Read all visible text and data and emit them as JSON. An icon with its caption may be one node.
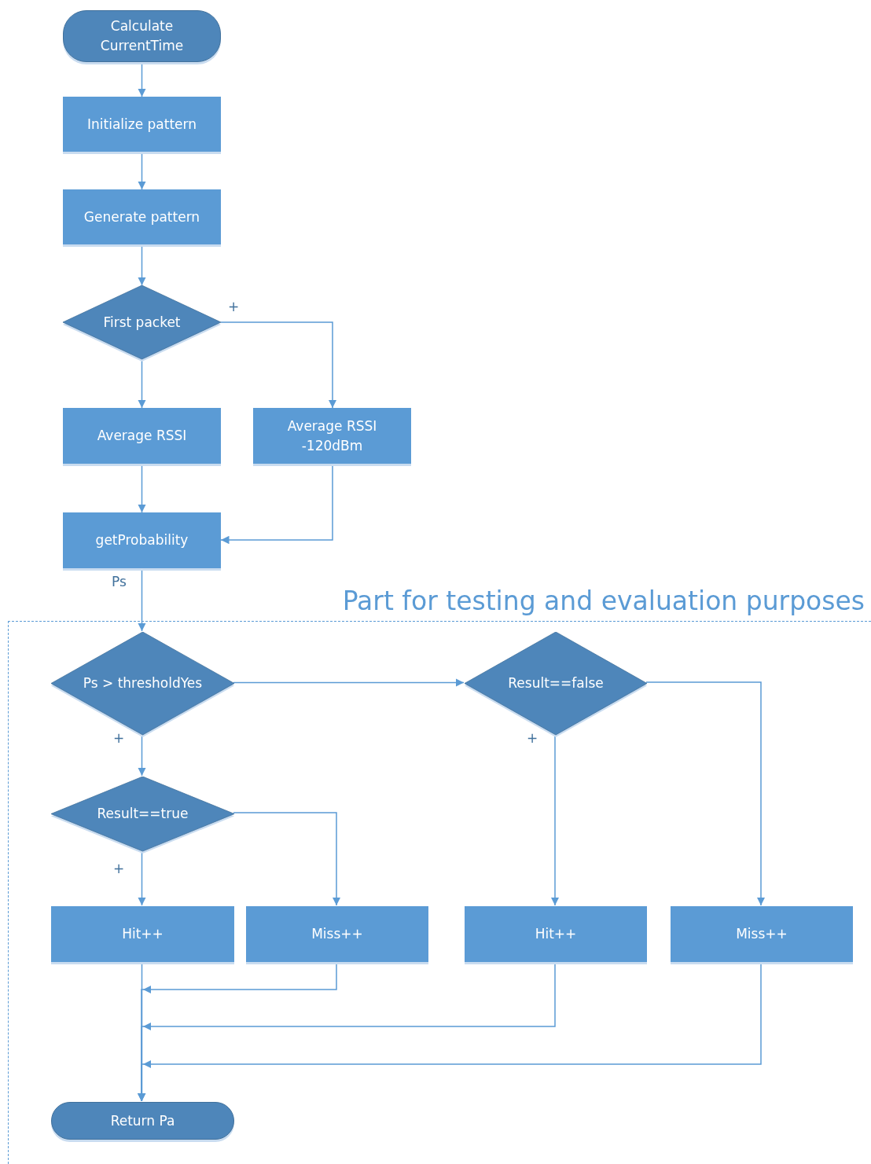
{
  "diagram": {
    "nodes": [
      {
        "text": [
          "Calculate CurrentTime"
        ]
      },
      {
        "text": [
          "Initialize pattern"
        ]
      },
      {
        "text": [
          "Generate pattern"
        ]
      },
      {
        "text": [
          "First packet"
        ]
      },
      {
        "text": [
          "Average RSSI"
        ]
      },
      {
        "text": [
          "Average RSSI -120dBm"
        ]
      },
      {
        "text": [
          "getProbability"
        ]
      },
      {
        "text": [
          "Part for testing and evaluation purposes"
        ]
      },
      {
        "text": [
          "Ps > thresholdYes"
        ],
        "in": 7
      },
      {
        "text": [
          "Result==false"
        ],
        "in": 7
      },
      {
        "text": [
          "Result==true"
        ],
        "in": 7
      },
      {
        "text": [
          "Hit++"
        ],
        "in": 7
      },
      {
        "text": [
          "Miss++"
        ],
        "in": 7
      },
      {
        "text": [
          "Hit++"
        ],
        "in": 7
      },
      {
        "text": [
          "Miss++"
        ],
        "in": 7
      },
      {
        "text": [
          "Return Pa"
        ],
        "in": 7
      }
    ],
    "edges": [
      {
        "from": 0,
        "to": 1,
        "arrow": "to"
      },
      {
        "from": 1,
        "to": 2,
        "arrow": "to"
      },
      {
        "from": 2,
        "to": 3,
        "arrow": "to"
      },
      {
        "from": 3,
        "to": 4,
        "arrow": "to"
      },
      {
        "from": 3,
        "to": 5,
        "arrow": "to",
        "label": "+"
      },
      {
        "from": 4,
        "to": 6,
        "arrow": "to"
      },
      {
        "from": 5,
        "to": 6,
        "arrow": "to"
      },
      {
        "from": 6,
        "to": 8,
        "arrow": "to",
        "label": "Ps"
      },
      {
        "from": 8,
        "to": 9,
        "arrow": "to"
      },
      {
        "from": 8,
        "to": 10,
        "arrow": "to",
        "label": "+"
      },
      {
        "from": 9,
        "to": 13,
        "arrow": "to",
        "label": "+"
      },
      {
        "from": 9,
        "to": 14,
        "arrow": "to"
      },
      {
        "from": 10,
        "to": 11,
        "arrow": "to",
        "label": "+"
      },
      {
        "from": 10,
        "to": 12,
        "arrow": "to"
      },
      {
        "from": 11,
        "to": 15,
        "arrow": "to"
      },
      {
        "from": 12,
        "to": 15,
        "arrow": "to"
      },
      {
        "from": 13,
        "to": 15,
        "arrow": "to"
      },
      {
        "from": 14,
        "to": 15,
        "arrow": "to"
      }
    ]
  }
}
